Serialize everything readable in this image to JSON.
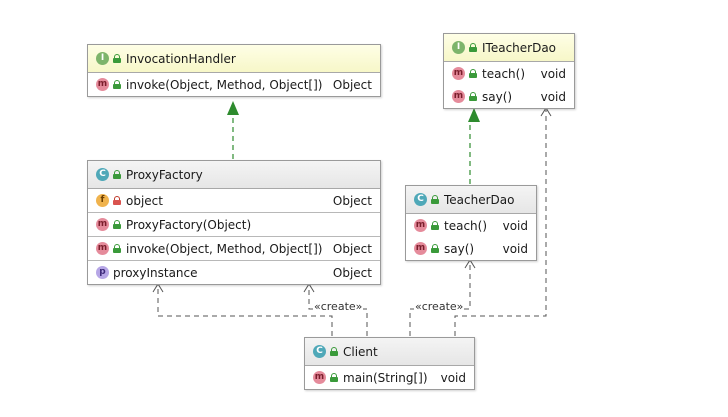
{
  "invocationHandler": {
    "kind": "I",
    "title": "InvocationHandler",
    "members": [
      {
        "kind": "m",
        "name": "invoke(Object, Method, Object[])",
        "type": "Object"
      }
    ]
  },
  "iTeacherDao": {
    "kind": "I",
    "title": "ITeacherDao",
    "members": [
      {
        "kind": "m",
        "name": "teach()",
        "type": "void"
      },
      {
        "kind": "m",
        "name": "say()",
        "type": "void"
      }
    ]
  },
  "proxyFactory": {
    "kind": "C",
    "title": "ProxyFactory",
    "fields": [
      {
        "kind": "f",
        "name": "object",
        "type": "Object"
      }
    ],
    "constructors": [
      {
        "kind": "m",
        "name": "ProxyFactory(Object)",
        "type": ""
      }
    ],
    "methods": [
      {
        "kind": "m",
        "name": "invoke(Object, Method, Object[])",
        "type": "Object"
      }
    ],
    "properties": [
      {
        "kind": "p",
        "name": "proxyInstance",
        "type": "Object"
      }
    ]
  },
  "teacherDao": {
    "kind": "C",
    "title": "TeacherDao",
    "members": [
      {
        "kind": "m",
        "name": "teach()",
        "type": "void"
      },
      {
        "kind": "m",
        "name": "say()",
        "type": "void"
      }
    ]
  },
  "client": {
    "kind": "C",
    "title": "Client",
    "members": [
      {
        "kind": "m",
        "name": "main(String[])",
        "type": "void"
      }
    ]
  },
  "relations": {
    "create_label_left": "«create»",
    "create_label_right": "«create»"
  },
  "colors": {
    "realization": "#2e8b2e",
    "dependency": "#555555",
    "interface_header": "#f7f7c8",
    "class_header": "#e6e6e6"
  }
}
